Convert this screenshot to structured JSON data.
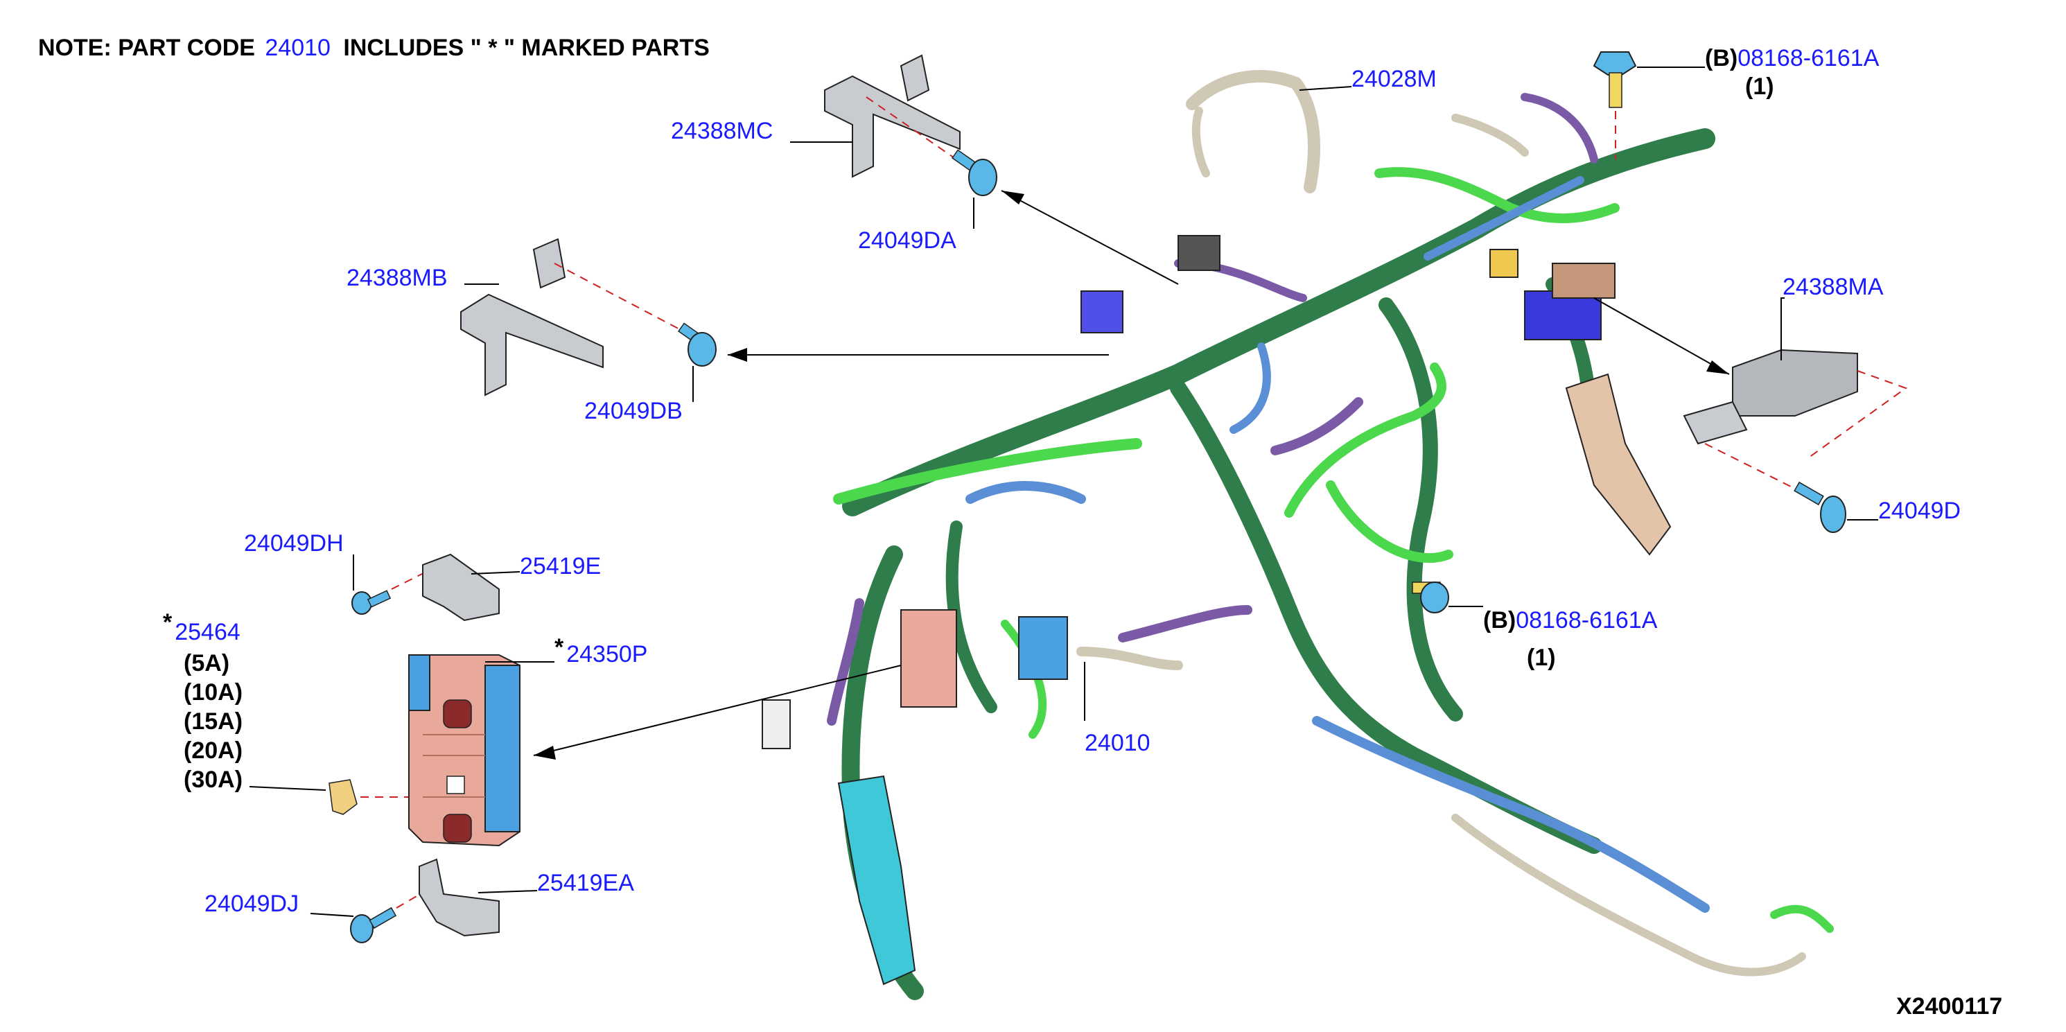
{
  "note": {
    "prefix": "NOTE: PART CODE",
    "code": "24010",
    "suffix": "INCLUDES \" * \" MARKED PARTS"
  },
  "diagram_id": "X2400117",
  "parts": {
    "p24388MC": "24388MC",
    "p24049DA": "24049DA",
    "p24028M": "24028M",
    "p08168a": "08168-6161A",
    "p08168b": "08168-6161A",
    "p24388MB": "24388MB",
    "p24049DB": "24049DB",
    "p24388MA": "24388MA",
    "p24049D": "24049D",
    "p24049DH": "24049DH",
    "p25419E": "25419E",
    "p25464": "25464",
    "p24350P": "24350P",
    "p24010": "24010",
    "p24049DJ": "24049DJ",
    "p25419EA": "25419EA"
  },
  "tags": {
    "b_prefix": "(B)",
    "qty_1": "(1)",
    "star": "*"
  },
  "fuse_ratings": [
    "(5A)",
    "(10A)",
    "(15A)",
    "(20A)",
    "(30A)"
  ],
  "colors": {
    "part_link": "#1a1aff",
    "harness_dark_green": "#2f7d4a",
    "harness_light_green": "#4cd84c",
    "harness_blue": "#5a8fd6",
    "harness_purple": "#7a5aa6",
    "harness_tan": "#cfc8b4",
    "fuse_block": "#e8a89a",
    "cyan_cover": "#3fc8d8",
    "bolt": "#5ab8e8",
    "bracket": "#c8ccd0"
  }
}
